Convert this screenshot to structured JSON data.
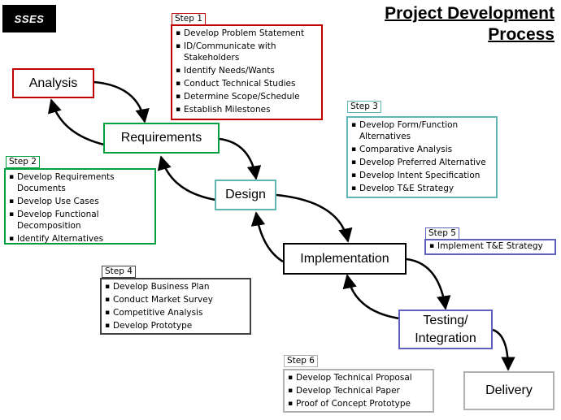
{
  "logo": "SSES",
  "title": [
    "Project Development",
    "Process"
  ],
  "colors": {
    "analysis": "#c00000",
    "requirements": "#00a040",
    "design": "#5fb4b4",
    "step5": "#6060c0",
    "testing": "#6060c0",
    "step4": "#404040",
    "gray": "#b0b0b0"
  },
  "phases": {
    "analysis": "Analysis",
    "requirements": "Requirements",
    "design": "Design",
    "implementation": "Implementation",
    "testing_line1": "Testing/",
    "testing_line2": "Integration",
    "delivery": "Delivery"
  },
  "steps": {
    "step1": {
      "label": "Step 1",
      "items": [
        "Develop Problem Statement",
        "ID/Communicate with Stakeholders",
        "Identify Needs/Wants",
        "Conduct Technical Studies",
        "Determine Scope/Schedule",
        "Establish Milestones"
      ]
    },
    "step2": {
      "label": "Step 2",
      "items": [
        "Develop Requirements Documents",
        "Develop Use Cases",
        "Develop Functional Decomposition",
        "Identify Alternatives"
      ]
    },
    "step3": {
      "label": "Step 3",
      "items": [
        "Develop Form/Function Alternatives",
        "Comparative Analysis",
        "Develop Preferred Alternative",
        "Develop Intent Specification",
        "Develop T&E Strategy"
      ]
    },
    "step4": {
      "label": "Step 4",
      "items": [
        "Develop Business Plan",
        "Conduct Market Survey",
        "Competitive Analysis",
        "Develop Prototype"
      ]
    },
    "step5": {
      "label": "Step 5",
      "items": [
        "Implement T&E Strategy"
      ]
    },
    "step6": {
      "label": "Step 6",
      "items": [
        "Develop Technical Proposal",
        "Develop Technical Paper",
        "Proof of Concept Prototype"
      ]
    }
  }
}
